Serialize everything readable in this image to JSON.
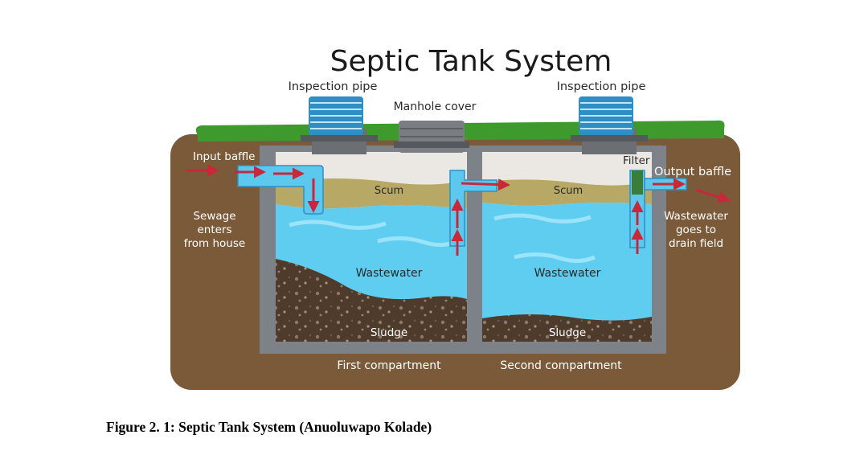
{
  "diagram": {
    "title": "Septic Tank System",
    "labels": {
      "inspection_pipe_left": "Inspection pipe",
      "inspection_pipe_right": "Inspection pipe",
      "manhole_cover": "Manhole cover",
      "input_baffle": "Input baffle",
      "output_baffle": "Output baffle",
      "filter": "Filter",
      "scum_1": "Scum",
      "scum_2": "Scum",
      "wastewater_1": "Wastewater",
      "wastewater_2": "Wastewater",
      "sludge_1": "Sludge",
      "sludge_2": "Sludge",
      "first_compartment": "First compartment",
      "second_compartment": "Second compartment",
      "sewage_line1": "Sewage",
      "sewage_line2": "enters",
      "sewage_line3": "from house",
      "drain_line1": "Wastewater",
      "drain_line2": "goes to",
      "drain_line3": "drain field"
    },
    "colors": {
      "grass": "#3f9a2e",
      "soil": "#7b5a3a",
      "tank_wall": "#7d8188",
      "air": "#ebe8e4",
      "scum": "#b8a866",
      "water": "#5fcdf0",
      "sludge": "#4e3b2c",
      "pipe": "#5cc8ee",
      "flow_arrow": "#c8283a",
      "inspection_cap": "#2f8fc3"
    }
  },
  "caption": "Figure 2. 1: Septic Tank System (Anuoluwapo Kolade)"
}
